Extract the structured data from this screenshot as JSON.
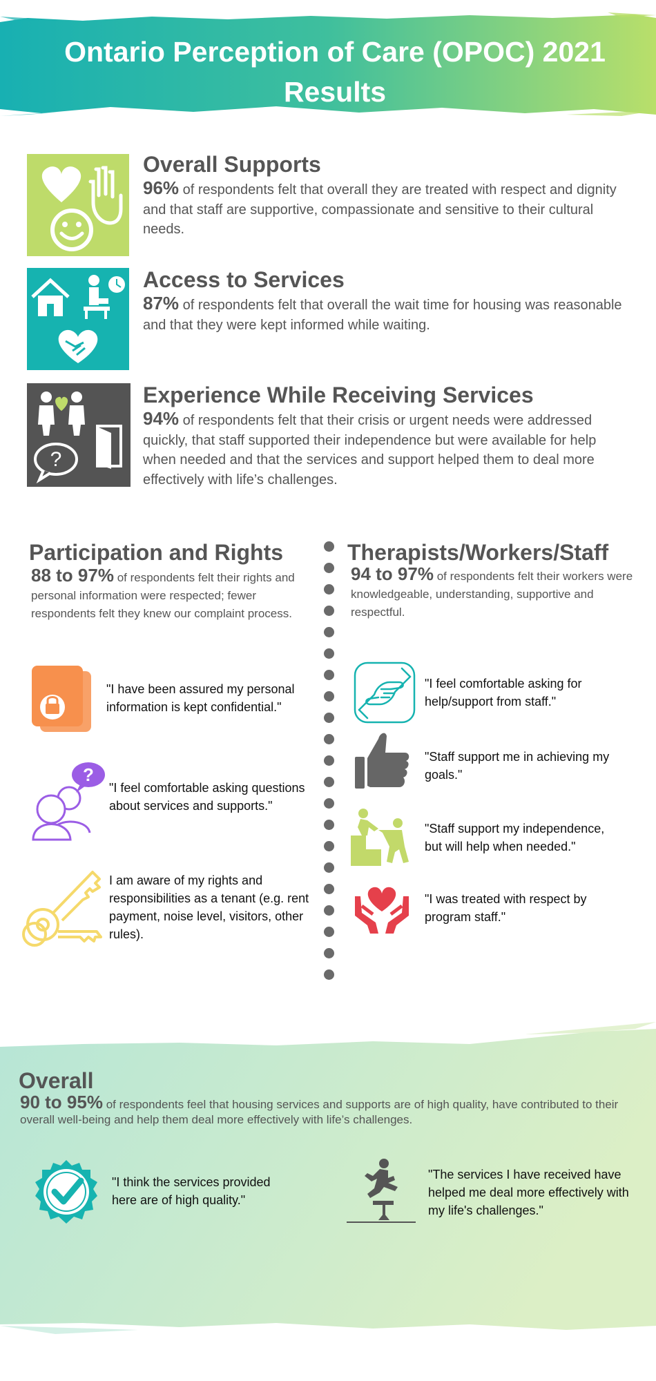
{
  "header": {
    "title": "Ontario Perception of Care (OPOC) 2021 Results"
  },
  "colors": {
    "teal": "#16b3b0",
    "lime": "#bedb6a",
    "dark": "#545454",
    "orange": "#f7904d",
    "purple": "#9b5de5",
    "yellow": "#f5d96b",
    "red": "#e5404b",
    "green_light": "#c2d96a"
  },
  "sections": [
    {
      "title": "Overall Supports",
      "pct": "96%",
      "text": "of respondents felt that overall they are treated with respect and dignity and that staff are supportive, compassionate and sensitive to their cultural needs."
    },
    {
      "title": "Access to Services",
      "pct": "87%",
      "text": "of respondents felt that overall the wait time for housing was reasonable and that they were kept informed while waiting."
    },
    {
      "title": "Experience While Receiving Services",
      "pct": "94%",
      "text": "of respondents felt that their crisis or urgent needs were addressed quickly, that staff supported their independence but were available for help when needed and that the services and support helped them to deal more effectively with life’s challenges."
    }
  ],
  "participation": {
    "title": "Participation and Rights",
    "pct": "88 to 97%",
    "text": "of respondents felt their rights and personal information were respected; fewer respondents felt they knew our complaint process.",
    "quotes": [
      "\"I have been assured my personal information is kept confidential.\"",
      "\"I feel comfortable asking questions about services and supports.\"",
      "I am aware of my rights and responsibilities as a tenant (e.g. rent payment, noise level, visitors, other rules)."
    ]
  },
  "staff": {
    "title": "Therapists/Workers/Staff",
    "pct": "94 to 97%",
    "text": "of respondents felt their workers were knowledgeable, understanding, supportive and respectful.",
    "quotes": [
      "\"I feel comfortable asking for help/support from staff.\"",
      "\"Staff support me in achieving my goals.\"",
      "\"Staff support my independence, but will help when needed.\"",
      "\"I was treated with respect by program staff.\""
    ]
  },
  "overall": {
    "title": "Overall",
    "pct": "90 to 95%",
    "text": "of respondents feel that housing services and supports are of high quality, have contributed to their overall well-being and help them deal more effectively with life’s challenges.",
    "quotes": [
      "\"I think the services provided here are of high quality.\"",
      "\"The services I have received have helped me deal more effectively with my life's challenges.\""
    ]
  },
  "icons": [
    "heart-hand-smile-icon",
    "house-clock-handshake-icon",
    "people-door-question-icon",
    "padlock-folder-icon",
    "question-people-icon",
    "key-icon",
    "handshake-icon",
    "thumbs-up-icon",
    "helping-climb-icon",
    "heart-hands-icon",
    "check-badge-icon",
    "hurdle-runner-icon"
  ]
}
